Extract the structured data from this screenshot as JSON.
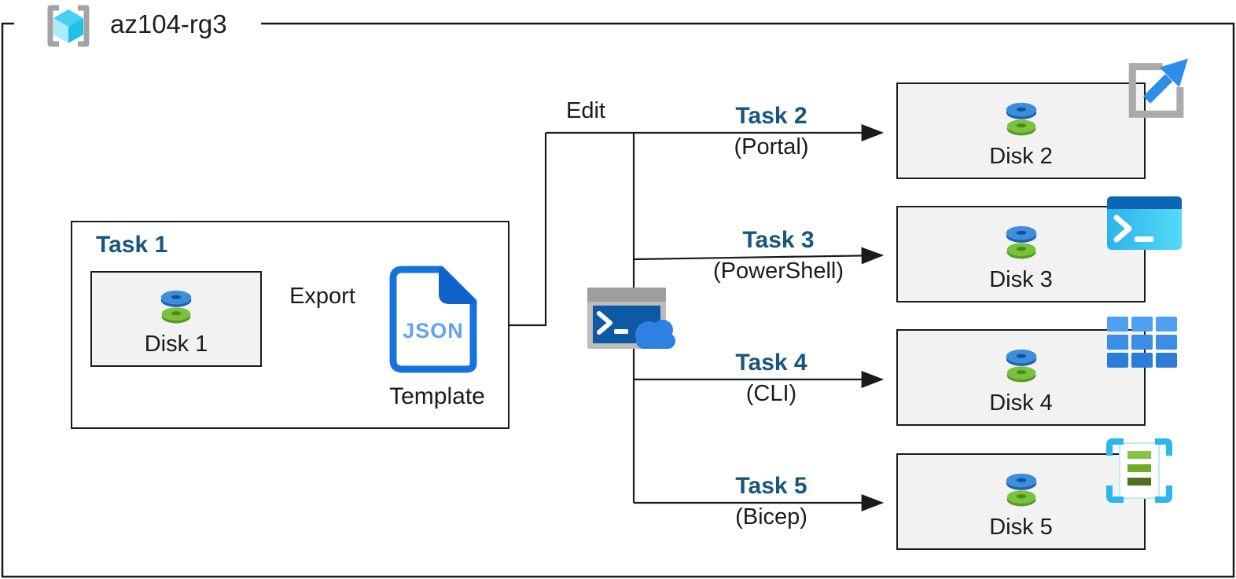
{
  "diagram": {
    "resource_group": "az104-rg3",
    "edit_label": "Edit",
    "task1": {
      "title": "Task 1",
      "source_disk": "Disk 1",
      "export_label": "Export",
      "file_type": "JSON",
      "file_label": "Template"
    },
    "branches": [
      {
        "title": "Task 2",
        "tool": "(Portal)",
        "disk": "Disk 2",
        "icon": "azure-portal-icon"
      },
      {
        "title": "Task 3",
        "tool": "(PowerShell)",
        "disk": "Disk 3",
        "icon": "powershell-icon"
      },
      {
        "title": "Task 4",
        "tool": "(CLI)",
        "disk": "Disk 4",
        "icon": "azure-cli-icon"
      },
      {
        "title": "Task 5",
        "tool": "(Bicep)",
        "disk": "Disk 5",
        "icon": "bicep-icon"
      }
    ],
    "icons": {
      "resource_group": "resource-group-icon",
      "disk": "disk-icon",
      "json_file": "json-template-icon",
      "cloud_shell": "cloud-shell-icon"
    },
    "colors": {
      "task_title_blue": "#17567f",
      "box_fill": "#f2f2f2",
      "line_black": "#1a1a1a",
      "disk_blue": "#3f8edc",
      "disk_green": "#79c13e",
      "doc_blue": "#1574dc",
      "json_text_blue": "#63a4ef",
      "cyan_cube": "#45d1f2",
      "cloud_blue": "#2e80e2"
    }
  }
}
